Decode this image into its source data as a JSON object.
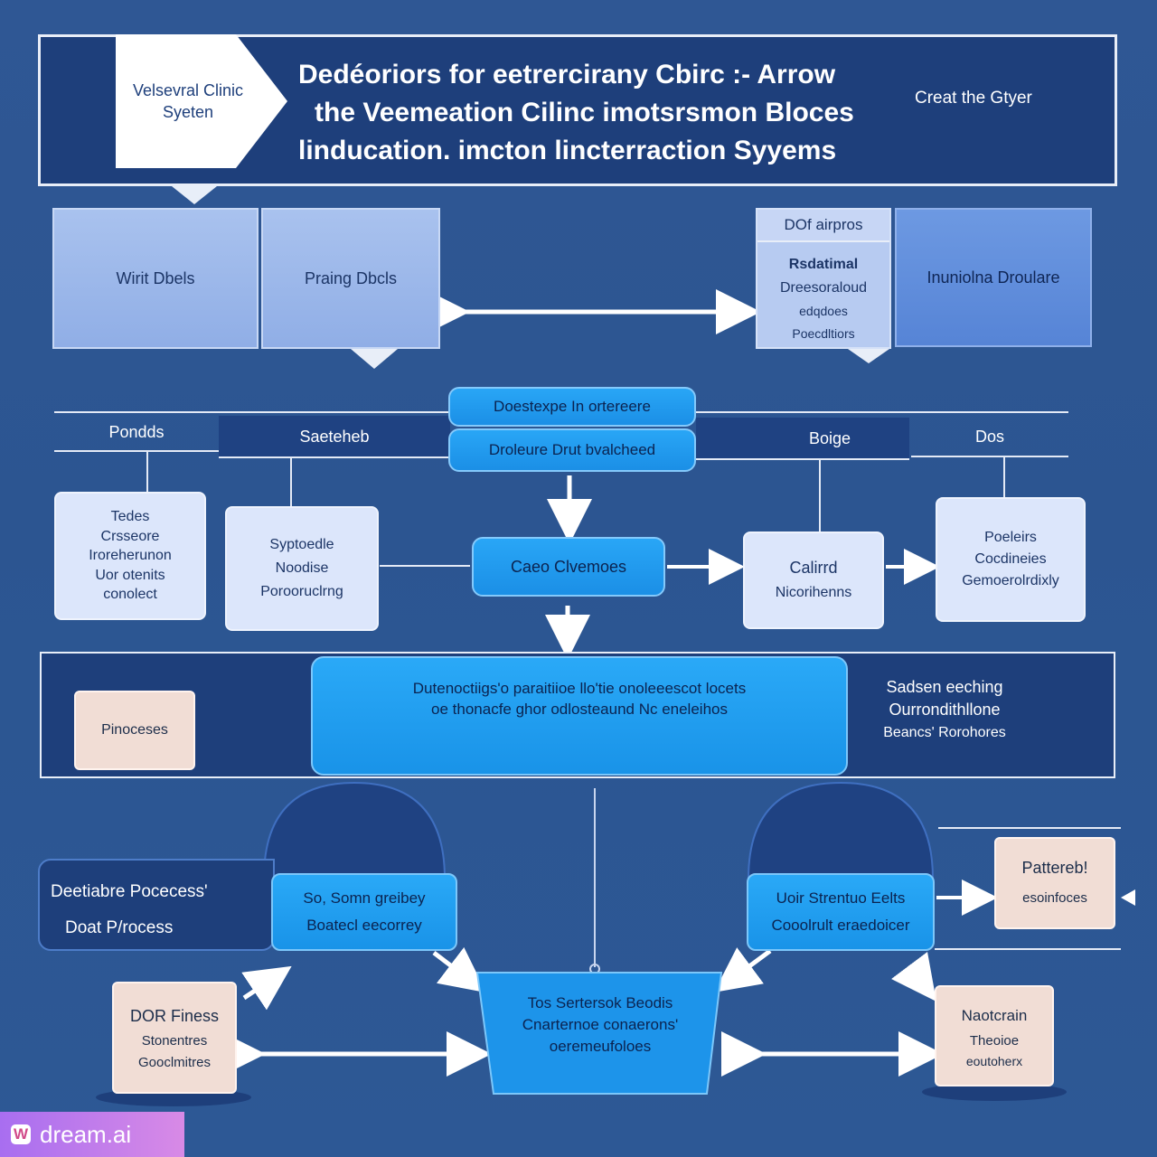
{
  "header": {
    "badge_line1": "Velsevral Clinic",
    "badge_line2": "Syeten",
    "title_line1": "Dedéoriors for eetrercirany Cbirc :- Arrow",
    "title_line2": "the Veemeation Cilinc imotsrsmon Bloces",
    "title_line3": "linducation. imcton lincterraction Syyems",
    "right_text": "Creat the Gtyer"
  },
  "row1": {
    "block1": "Wirit Dbels",
    "block2": "Praing Dbcls",
    "card_title": "DOf  airpros",
    "card_line1": "Rsdatimal",
    "card_line2": "Dreesoraloud",
    "card_line3": "edqdoes",
    "card_line4": "Poecdltiors",
    "block4": "Inuniolna Droulare"
  },
  "row2": {
    "bar1": "Pondds",
    "bar2": "Saeteheb",
    "pill_top": "Doestexpe In ortereere",
    "pill_bottom": "Droleure Drut bvalcheed",
    "bar3": "Boige",
    "bar4": "Dos",
    "box1_lines": [
      "Tedes",
      "Crsseore",
      "Iroreherunon",
      "Uor otenits",
      "conolect"
    ],
    "box2_lines": [
      "Syptoedle",
      "Noodise",
      "Porooruclrng"
    ],
    "center_pill": "Caeo Clvemoes",
    "box3_lines": [
      "Calirrd",
      "Nicorihenns"
    ],
    "box4_lines": [
      "Poeleirs",
      "Cocdineies",
      "Gemoerolrdixly"
    ]
  },
  "row3": {
    "left_box": "Pinoceses",
    "center_line1": "Dutenoctiigs'o paraitiioe llo'tie onoleeescot locets",
    "center_line2": "oe thonacfe ghor odlosteaund Nc eneleihos",
    "right_line1": "Sadsen eeching",
    "right_line2": "Ourrondithllone",
    "right_line3": "Beancs' Rorohores"
  },
  "row4": {
    "left_panel_line1": "Deetiabre Pocecess'",
    "left_panel_line2": "Doat P/rocess",
    "left_tab_line1": "So, Somn greibey",
    "left_tab_line2": "Boatecl eecorrey",
    "right_tab_line1": "Uoir Strentuo Eelts",
    "right_tab_line2": "Cooolrult eraedoicer",
    "right_card_line1": "Pattereb!",
    "right_card_line2": "esoinfoces"
  },
  "row5": {
    "left_card_lines": [
      "DOR Finess",
      "Stonentres",
      "Gooclmitres"
    ],
    "center_lines": [
      "Tos Sertersok Beodis",
      "Cnarternoe conaerons'",
      "oeremeufoloes"
    ],
    "right_card_lines": [
      "Naotcrain",
      "Theoioe",
      "eoutoherx"
    ]
  },
  "footer": {
    "brand": "dream.ai",
    "logo_letter": "W"
  },
  "colors": {
    "background": "#2d5794",
    "header": "#1e3f7b",
    "accent": "#1b8fe6",
    "cream": "#f1ddd5"
  }
}
